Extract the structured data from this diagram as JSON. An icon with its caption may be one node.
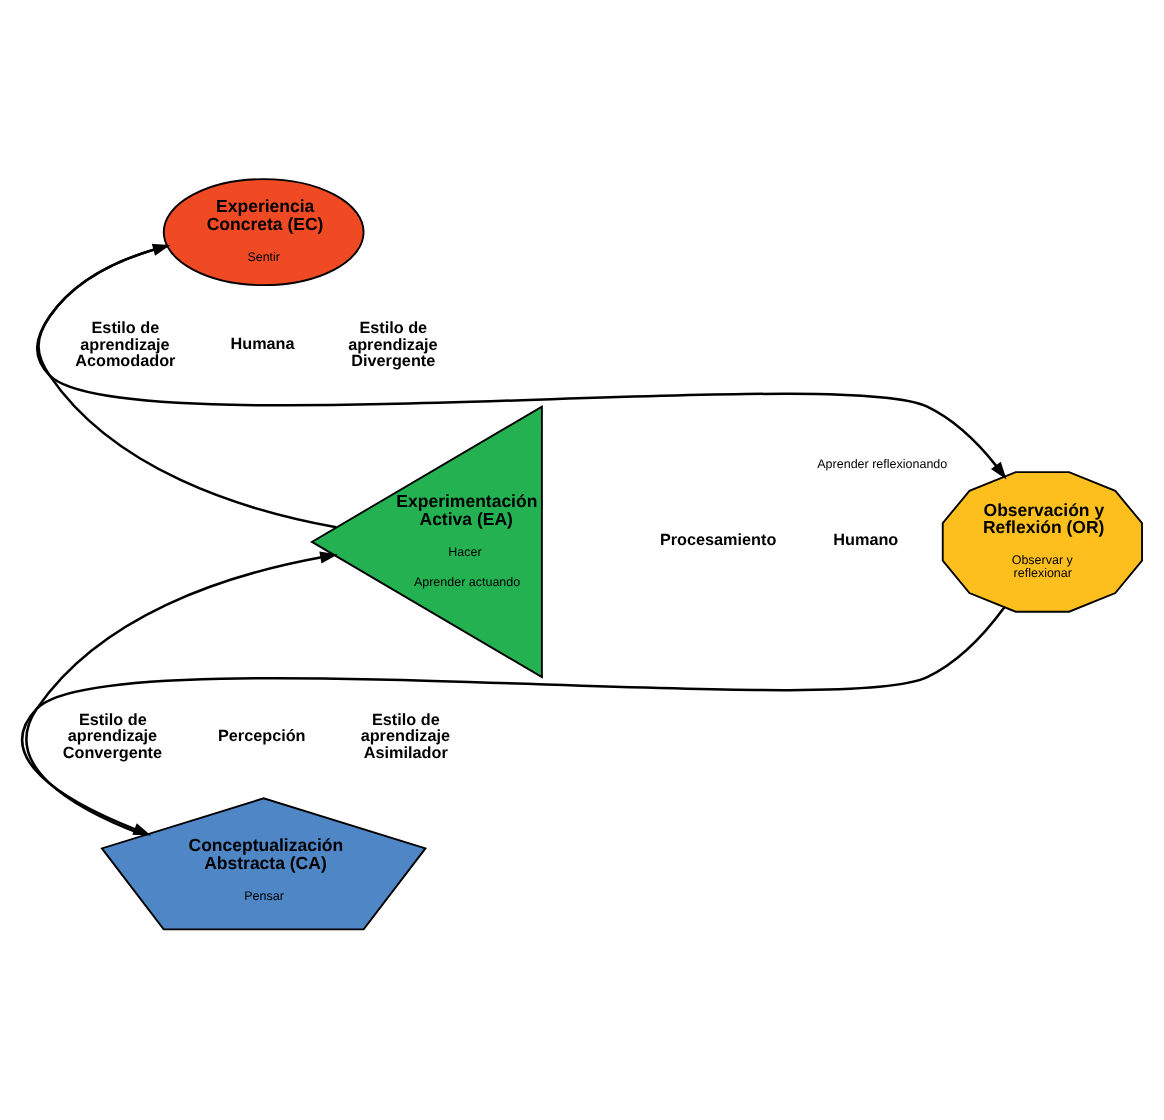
{
  "diagram": {
    "nodes": [
      {
        "text": [
          "Experiencia Concreta (EC)",
          "Sentir"
        ]
      },
      {
        "text": [
          "Experimentación Activa (EA)",
          "Hacer",
          "Aprender actuando"
        ]
      },
      {
        "text": [
          "Observación y Reflexión (OR)",
          "Observar y reflexionar"
        ],
        "beside": [
          "Aprender reflexionando"
        ]
      },
      {
        "text": [
          "Conceptualización Abstracta (CA)",
          "Pensar"
        ]
      }
    ],
    "edges": [
      {
        "from": 0,
        "to": 2,
        "arrow": "to"
      },
      {
        "from": 2,
        "to": 3,
        "arrow": "to"
      },
      {
        "from": 3,
        "to": 1,
        "arrow": "to"
      },
      {
        "from": 1,
        "to": 0,
        "arrow": "to"
      }
    ],
    "labels": [
      "Estilo de aprendizaje Acomodador",
      "Humana",
      "Estilo de aprendizaje Divergente",
      "Procesamiento",
      "Humano",
      "Estilo de aprendizaje Convergente",
      "Percepción",
      "Estilo de aprendizaje Asimilador"
    ]
  }
}
